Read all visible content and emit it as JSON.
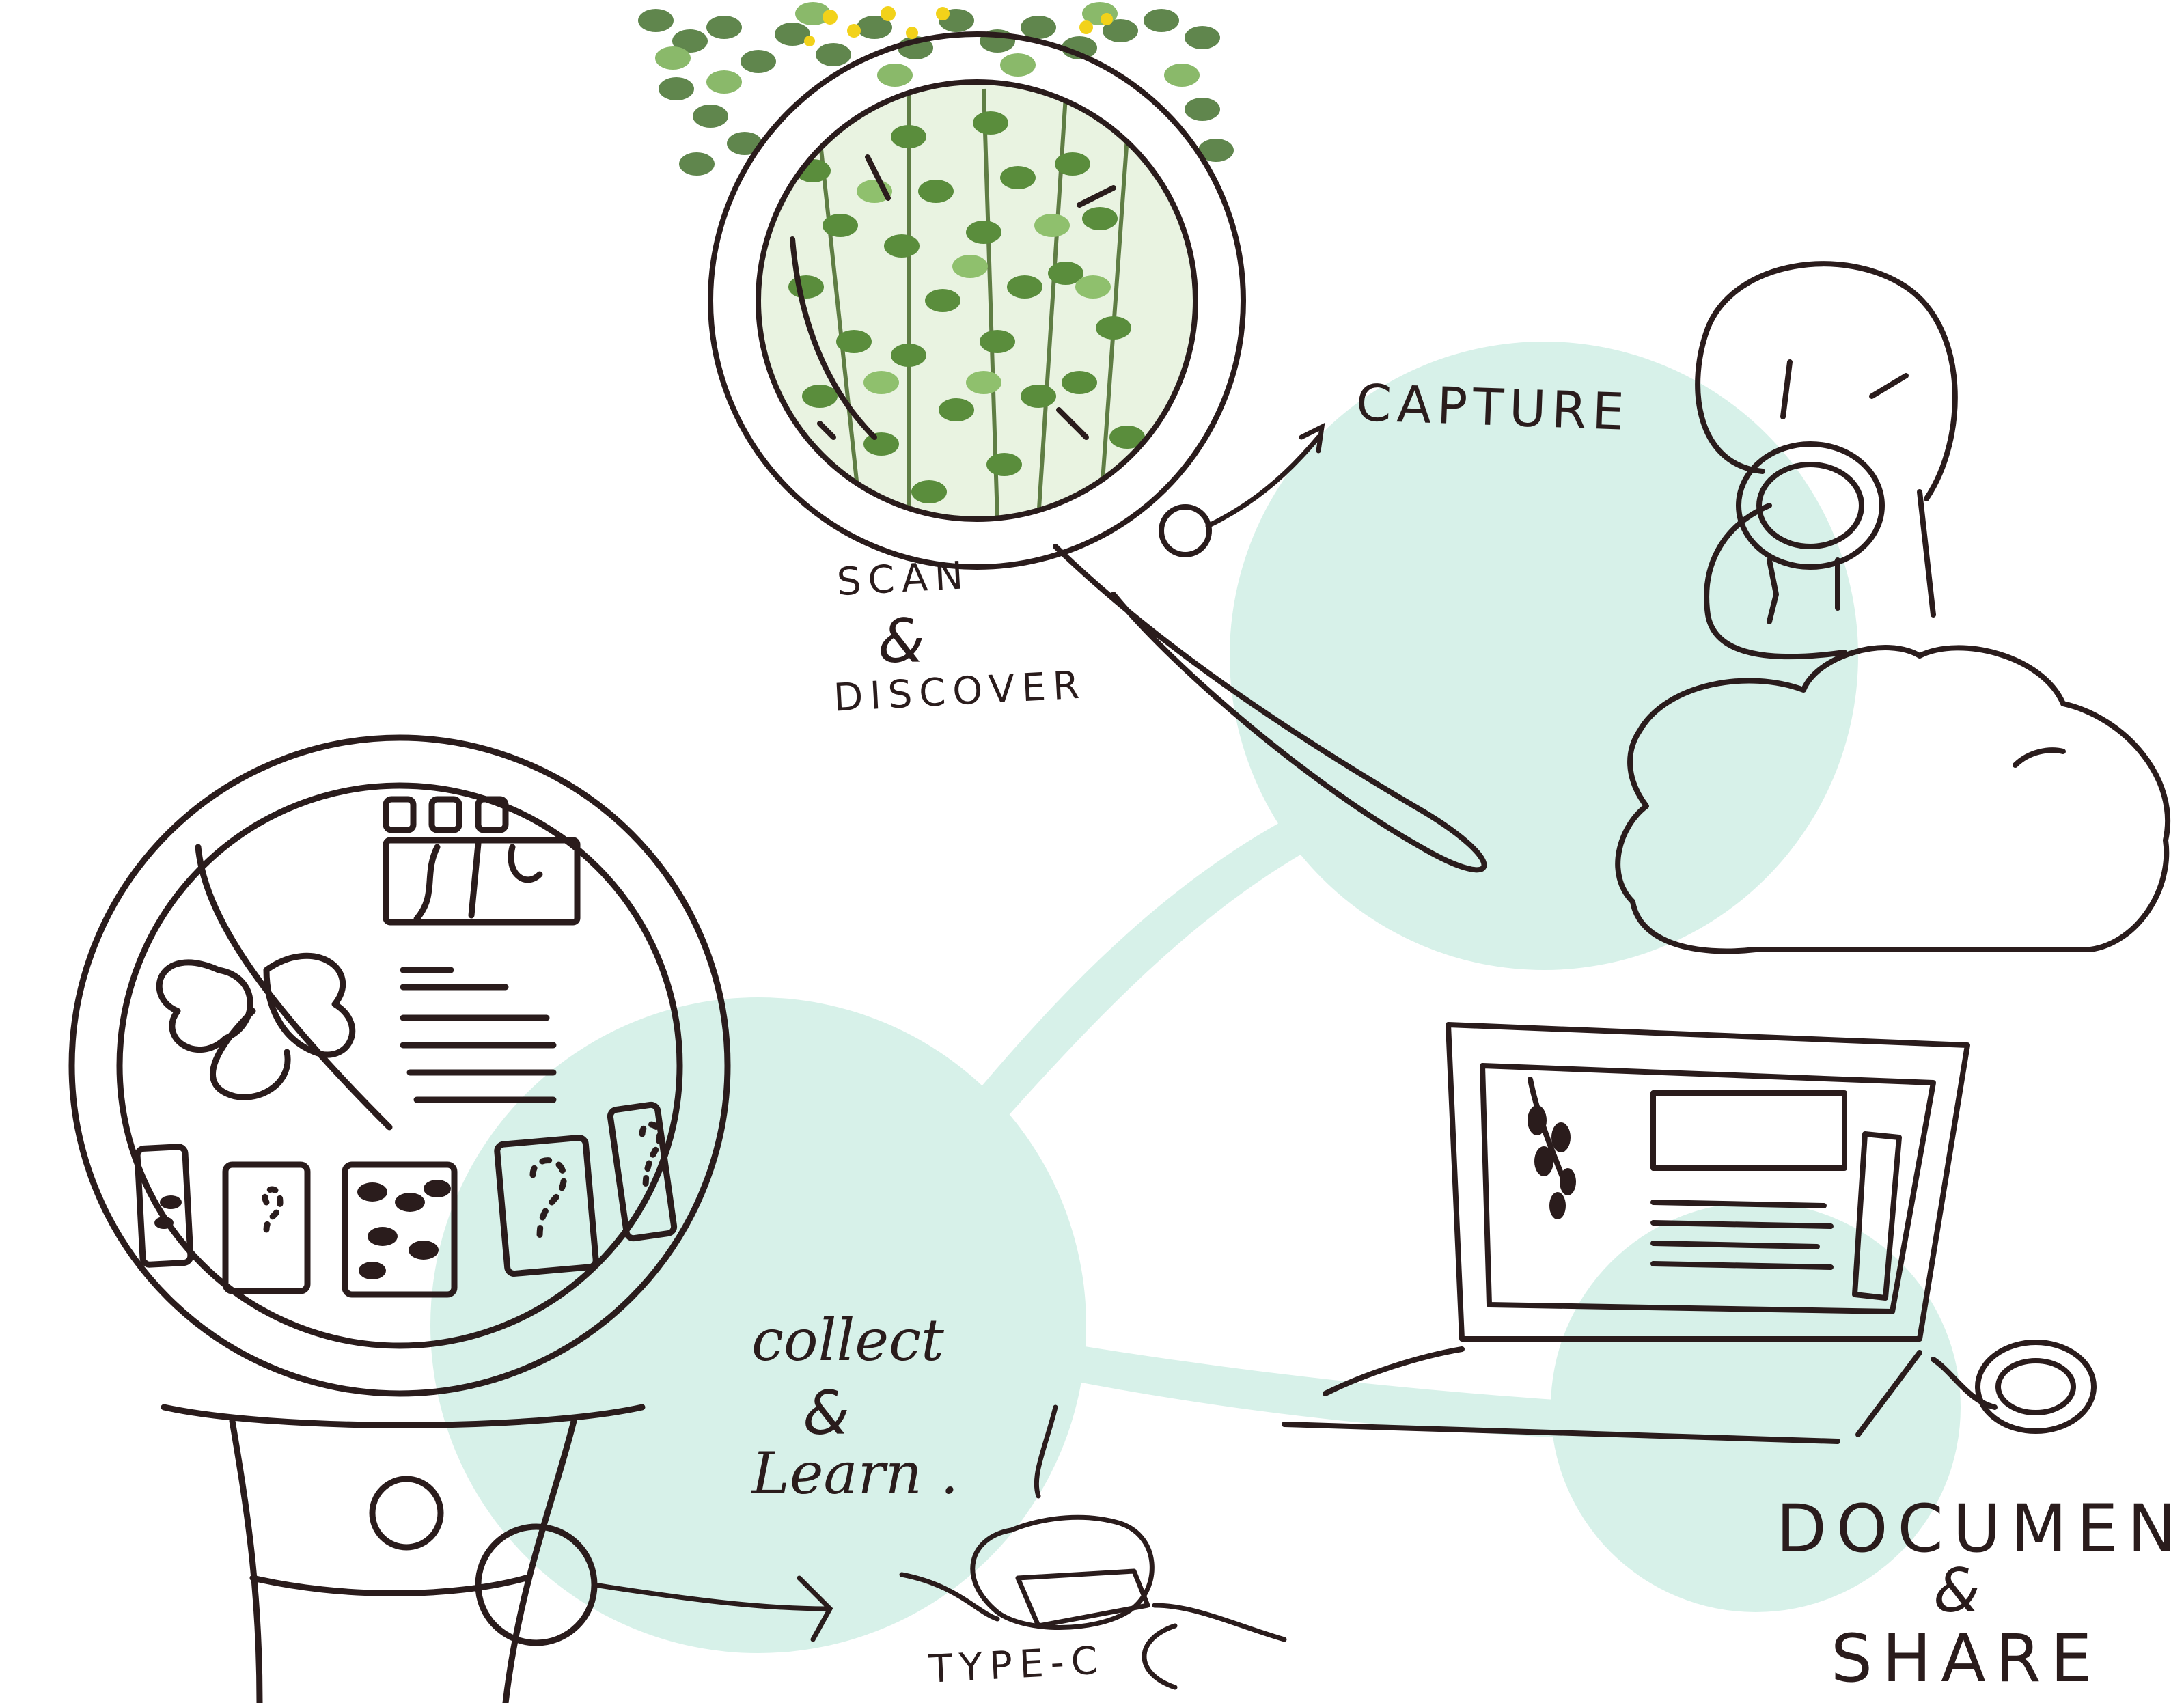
{
  "labels": {
    "capture": "CAPTURE",
    "scan": "SCAN",
    "scan_amp": "&",
    "discover": "DISCOVER",
    "collect": "collect",
    "collect_amp": "&",
    "learn": "Learn .",
    "type_c": "TYPE-C",
    "document": "DOCUMENT",
    "document_amp": "&",
    "share": "SHARE"
  },
  "colors": {
    "ink": "#2a1c1c",
    "mint_blob": "#d7f1e9",
    "leaf_dark": "#4f7a3a",
    "leaf_light": "#8ab96a",
    "flower": "#f2d21a"
  }
}
